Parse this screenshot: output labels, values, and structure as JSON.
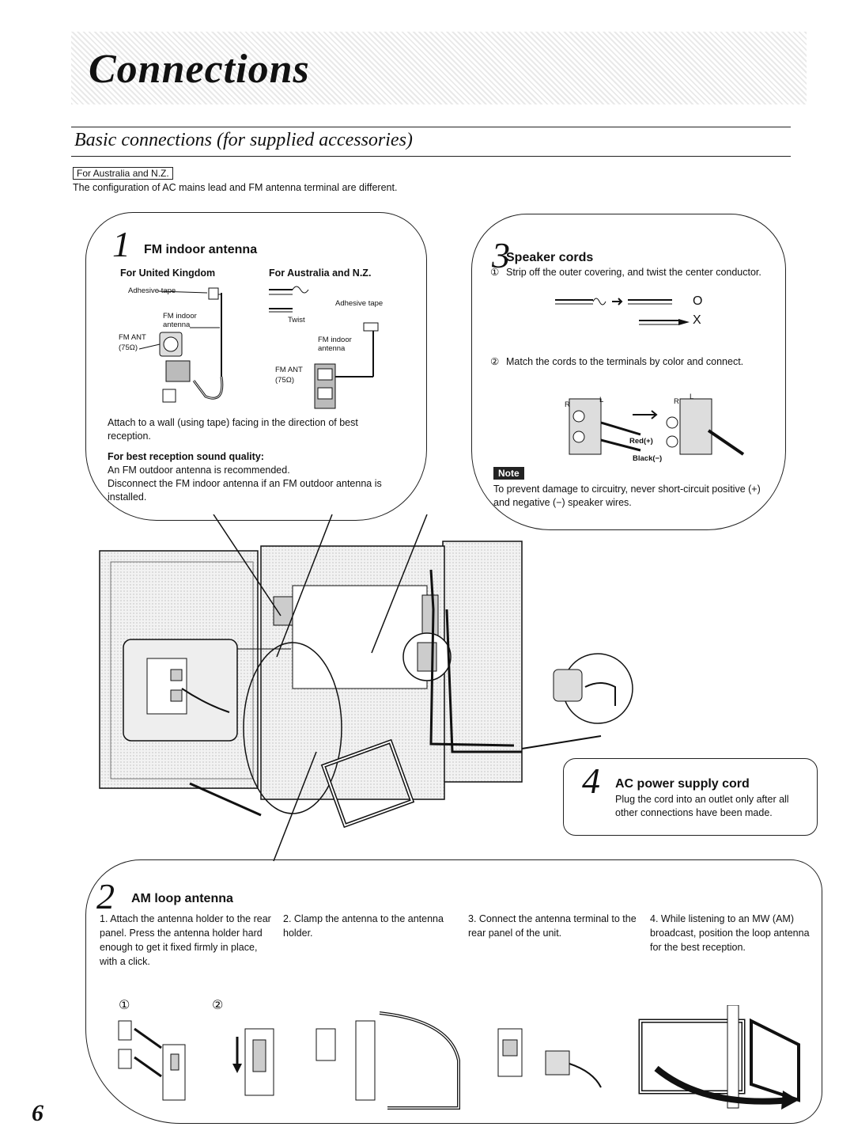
{
  "page": {
    "title": "Connections",
    "subtitle": "Basic connections (for supplied accessories)",
    "region_tag": "For Australia and N.Z.",
    "region_note": "The configuration of AC mains lead and FM antenna terminal are different.",
    "page_number": "6"
  },
  "fm_antenna": {
    "step": "1",
    "heading": "FM indoor antenna",
    "col_uk": "For United Kingdom",
    "col_au": "For Australia and N.Z.",
    "uk_labels": {
      "tape": "Adhesive tape",
      "antenna": "FM indoor antenna",
      "ant": "FM ANT",
      "ohm": "(75Ω)"
    },
    "au_labels": {
      "twist": "Twist",
      "tape": "Adhesive tape",
      "antenna": "FM indoor antenna",
      "ant": "FM ANT",
      "ohm": "(75Ω)"
    },
    "attach_text": "Attach to a wall (using tape) facing in the direction of best reception.",
    "best_heading": "For best reception sound quality:",
    "best_line1": "An FM outdoor antenna is recommended.",
    "best_line2": "Disconnect the FM indoor antenna if an FM outdoor antenna is installed."
  },
  "speaker_cords": {
    "step": "3",
    "heading": "Speaker cords",
    "step1_marker": "①",
    "step1_text": "Strip off the outer covering, and twist the center conductor.",
    "ok_mark": "O",
    "ng_mark": "X",
    "step2_marker": "②",
    "step2_text": "Match the cords to the terminals by color and connect.",
    "label_r": "R",
    "label_l": "L",
    "label_red": "Red(+)",
    "label_black": "Black(−)",
    "note_label": "Note",
    "note_text": "To prevent damage to circuitry, never short-circuit positive (+) and negative (−) speaker wires."
  },
  "ac_power": {
    "step": "4",
    "heading": "AC power supply cord",
    "text": "Plug the cord into an outlet only after all other connections have been made."
  },
  "am_antenna": {
    "step": "2",
    "heading": "AM loop antenna",
    "steps": [
      "1. Attach the antenna holder to the rear panel. Press the antenna holder hard enough to get it fixed firmly in place, with a click.",
      "2. Clamp the antenna to the antenna holder.",
      "3. Connect the antenna terminal to the rear panel of the unit.",
      "4. While listening to an MW (AM) broadcast, position the loop antenna for the best reception."
    ],
    "sub1": "①",
    "sub2": "②"
  },
  "icons": [
    "fm-antenna-diagram",
    "speaker-wire-diagram",
    "stereo-unit-illustration",
    "am-loop-diagram"
  ],
  "colors": {
    "ink": "#111111",
    "shade": "#d9d9d9",
    "paper": "#ffffff"
  }
}
